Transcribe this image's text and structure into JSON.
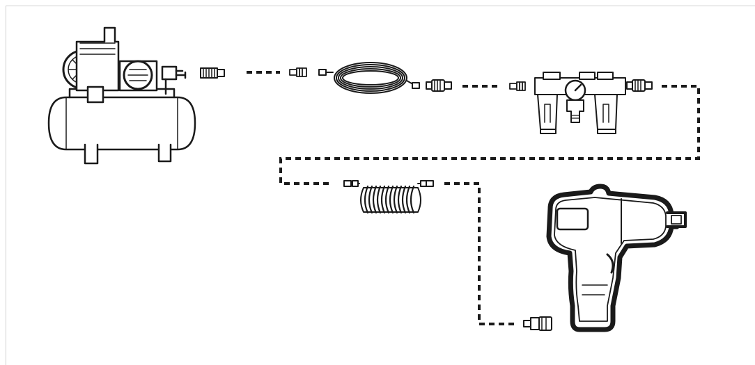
{
  "diagram": {
    "type": "pneumatic-tool-hookup",
    "components": [
      {
        "id": "air-compressor",
        "icon": "air-compressor-icon"
      },
      {
        "id": "female-coupler-1",
        "icon": "coupler-icon"
      },
      {
        "id": "male-plug-1",
        "icon": "plug-icon"
      },
      {
        "id": "air-hose",
        "icon": "coiled-hose-icon"
      },
      {
        "id": "female-coupler-2",
        "icon": "coupler-icon"
      },
      {
        "id": "male-plug-2",
        "icon": "plug-icon"
      },
      {
        "id": "filter-regulator-lubricator",
        "icon": "frl-unit-icon"
      },
      {
        "id": "female-coupler-3",
        "icon": "coupler-icon"
      },
      {
        "id": "recoil-hose",
        "icon": "recoil-hose-icon"
      },
      {
        "id": "male-plug-3",
        "icon": "plug-icon"
      },
      {
        "id": "impact-wrench",
        "icon": "impact-wrench-icon"
      }
    ],
    "connection_style": "dashed",
    "colors": {
      "ink": "#1a1a1a",
      "background": "#ffffff",
      "frame": "#cfcfcf"
    }
  }
}
